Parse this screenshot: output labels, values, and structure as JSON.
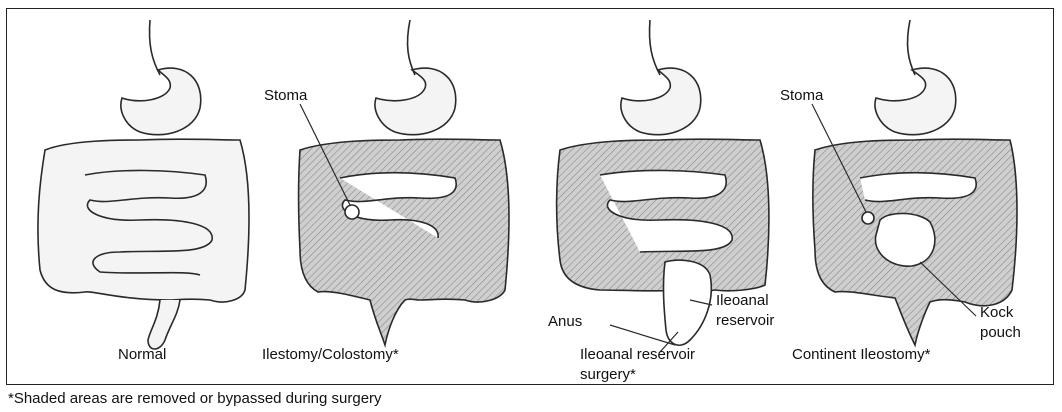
{
  "colors": {
    "outline": "#2a2a2a",
    "shaded_fill": "#c9c9c9",
    "unshaded_fill": "#f4f4f4",
    "background": "#ffffff"
  },
  "panels": [
    {
      "caption": "Normal"
    },
    {
      "caption": "Ilestomy/Colostomy*",
      "callouts": [
        "Stoma"
      ]
    },
    {
      "caption_lines": [
        "Ileoanal reservoir",
        "surgery*"
      ],
      "callouts": [
        "Anus",
        "Ileoanal",
        "reservoir"
      ]
    },
    {
      "caption": "Continent Ileostomy*",
      "callouts": [
        "Stoma",
        "Kock",
        "pouch"
      ]
    }
  ],
  "footnote": "*Shaded areas are removed or bypassed during surgery"
}
